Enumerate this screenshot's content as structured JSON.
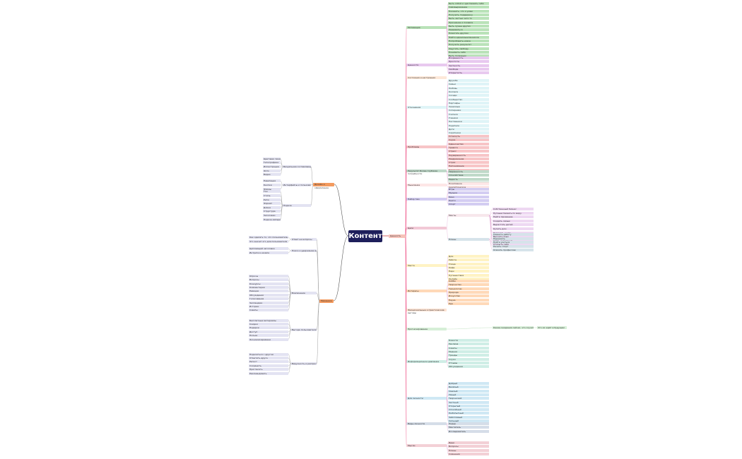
{
  "root": {
    "label": "Контент"
  },
  "right_hub": {
    "label": "Ценность"
  },
  "left_hubs": [
    {
      "label": "Дизайн и оформление"
    },
    {
      "label": "Механика"
    }
  ],
  "right_categories": [
    {
      "label": "Мотивация",
      "color": "#b9e2b8",
      "items": [
        "Быть собой и чувствовать себя",
        "Самовыражение",
        "Показать, что я умею",
        "Получать поддержку",
        "Быть частью чего-то",
        "Признание и похвала",
        "Быть лучше других",
        "Развиваться",
        "Помогать другим",
        "Найти единомышленников",
        "Попробовать новое",
        "Получить результат",
        "Ощутить свободу",
        "Понимать себя",
        "Быть полезным"
      ]
    },
    {
      "label": "Ценности",
      "color": "#e8c9ef",
      "items": [
        "Искренность",
        "Простота",
        "Честность",
        "Свобода",
        "Открытость"
      ]
    },
    {
      "label": "Состояния и настроения",
      "color": "#fde8d8",
      "items": []
    },
    {
      "label": "Отношения",
      "color": "#dff4f7",
      "items": [
        "Дружба",
        "Семья",
        "Любовь",
        "Коллеги",
        "Соседи",
        "Сообщество",
        "Партнёры",
        "Знакомые",
        "Соперники",
        "Учителя",
        "Ученики",
        "Наставники",
        "Родители",
        "Дети",
        "Соратники",
        "Команда"
      ]
    },
    {
      "label": "Проблемы",
      "color": "#f7c5c7",
      "items": [
        "Усталость",
        "Скука",
        "Одиночество",
        "Тревога",
        "Стресс",
        "Неуверенность",
        "Раздражение",
        "Страх",
        "Непонимание",
        "Давление"
      ]
    },
    {
      "label": "Результат Более глубокие потребности",
      "color": "#bfd9c9",
      "items": [
        "Уверенность",
        "Спокойствие",
        "Радость",
        "Вдохновение"
      ]
    },
    {
      "label": "Мышление",
      "color": "#fde6e6",
      "items": [
        "Позитивное",
        "Аналитическое"
      ]
    },
    {
      "label": "Набор тем",
      "color": "#d3cdf2",
      "items": [
        "Игры",
        "Музыка",
        "Кино",
        "Книги",
        "Спорт"
      ]
    },
    {
      "label": "Цели",
      "color": "#f2c9d6",
      "items": []
    },
    {
      "label": "Места",
      "color": "#fff3c4",
      "items": [
        "Дом",
        "Работа",
        "Улица",
        "Кафе",
        "Парк",
        "Путешествия",
        "Онлайн"
      ]
    },
    {
      "label": "Интересы",
      "color": "#ffd9b8",
      "items": [
        "Хобби",
        "Творчество",
        "Технологии",
        "Природа",
        "Искусство",
        "Наука",
        "Еда"
      ]
    },
    {
      "label": "Эмоциональные и практические выгоды",
      "color": "#fde2d2",
      "items": []
    },
    {
      "label": "Прогнозирование",
      "color": "#d6efd7",
      "items": []
    },
    {
      "label": "Информационное давление",
      "color": "#cfeee6",
      "items": [
        "Новости",
        "Реклама",
        "Советы",
        "Мнения",
        "Тренды",
        "Слухи",
        "Отзывы",
        "Обсуждения"
      ]
    },
    {
      "label": "Для личности",
      "color": "#cfe8f4",
      "items": [
        "Добрый",
        "Весёлый",
        "Смелый",
        "Умный",
        "Творческий",
        "Честный",
        "Открытый",
        "Спокойный",
        "Любопытный",
        "Заботливый",
        "Сильный"
      ]
    },
    {
      "label": "Виды личности",
      "color": "#d5dde8",
      "items": [
        "Лидер",
        "Мечтатель",
        "Исследователь"
      ]
    },
    {
      "label": "Мысли",
      "color": "#f3d0d6",
      "items": [
        "Идеи",
        "Вопросы",
        "Планы",
        "Сомнения"
      ]
    }
  ],
  "goals_group": {
    "sub_a": {
      "label": "Мечты",
      "items": [
        "Собственный бизнес",
        "Путешествовать по миру",
        "Найти призвание",
        "Создать семью",
        "Вырастить детей",
        "Купить дом",
        "Написать книгу",
        "Выучить язык",
        "Стать известным",
        "Открыть себя"
      ]
    },
    "sub_b": {
      "label": "Планы",
      "items": [
        "Сменить работу",
        "Переехать",
        "Пойти учиться",
        "Начать спорт",
        "Освоить профессию"
      ]
    }
  },
  "forecast_note": {
    "label": "Какие ожидания сейчас, что случится дальше, и что с этим делать",
    "tail": "Что их ждёт в будущем"
  },
  "left_top_groups": [
    {
      "label": "Визуальная составляющая",
      "items": [
        "Цветовая гамма",
        "Типографика",
        "Иллюстрации",
        "Фото",
        "Видео"
      ]
    },
    {
      "label": "Интерфейсы и пользовательский опыт",
      "items": [
        "Навигация",
        "Кнопки",
        "Формы"
      ]
    },
    {
      "label": "Подача",
      "items": [
        "Тон",
        "Стиль",
        "Ритм",
        "Формат",
        "Длина",
        "Структура",
        "Заголовки",
        "Подача материала"
      ]
    }
  ],
  "left_bottom_groups": [
    {
      "label": "Ответ на вопросы",
      "items": [
        "Как сделать то, что пользователь хочет",
        "Что значит это для пользователя"
      ]
    },
    {
      "label": "Поиск и удержание внимания",
      "items": [
        "Цепляющий заголовок",
        "Интрига в начале"
      ]
    },
    {
      "label": "Вовлечение",
      "items": [
        "Опросы",
        "Вопросы",
        "Конкурсы",
        "Комментарии",
        "Реакции",
        "Обсуждения",
        "Голосования",
        "Челленджи",
        "Истории",
        "Советы"
      ]
    },
    {
      "label": "Выгода пользователя",
      "items": [
        "Бесплатные материалы",
        "Скидки",
        "Подарки",
        "Доступ",
        "Польза",
        "Экономия времени"
      ]
    },
    {
      "label": "Вирусность и распространение",
      "items": [
        "Поделиться с другом",
        "Отметить друга",
        "Репост",
        "Сохранить",
        "Пригласить",
        "Рекомендовать"
      ]
    }
  ]
}
